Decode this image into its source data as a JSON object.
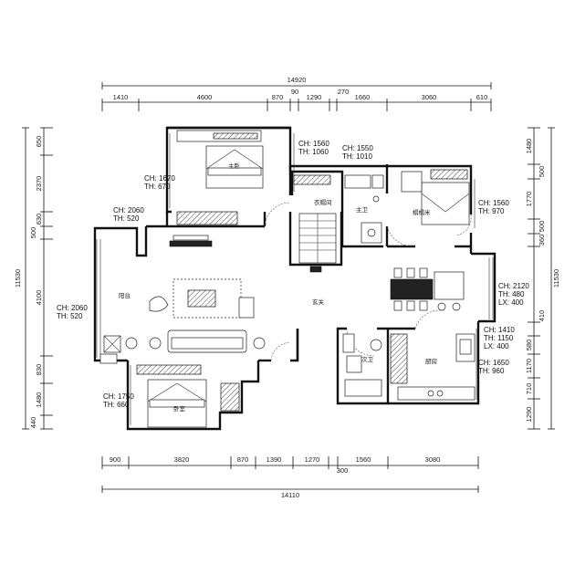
{
  "dimensions": {
    "top_total": "14920",
    "top_segments": [
      "1410",
      "4600",
      "870",
      "90",
      "1290",
      "270",
      "1660",
      "3060",
      "610"
    ],
    "bottom_total": "14110",
    "bottom_segments": [
      "900",
      "3820",
      "870",
      "1390",
      "1270",
      "300",
      "1560",
      "3080"
    ],
    "left_total": "11530",
    "left_segments": [
      "650",
      "2370",
      "630",
      "500",
      "4100",
      "830",
      "1480",
      "440"
    ],
    "right_total": "11530",
    "right_segments": [
      "1480",
      "500",
      "1770",
      "500",
      "360",
      "410",
      "580",
      "1170",
      "710",
      "1290"
    ]
  },
  "annotations": [
    {
      "l1": "CH: 1560",
      "l2": "TH: 1060"
    },
    {
      "l1": "CH: 1550",
      "l2": "TH: 1010"
    },
    {
      "l1": "CH: 1670",
      "l2": "TH: 670"
    },
    {
      "l1": "CH: 1560",
      "l2": "TH: 970"
    },
    {
      "l1": "CH: 2060",
      "l2": "TH: 520"
    },
    {
      "l1": "CH: 2120",
      "l2": "TH: 480",
      "l3": "LX: 400"
    },
    {
      "l1": "CH: 2060",
      "l2": "TH: 520"
    },
    {
      "l1": "CH: 1410",
      "l2": "TH: 1150",
      "l3": "LX: 400"
    },
    {
      "l1": "CH: 1650",
      "l2": "TH: 960"
    },
    {
      "l1": "CH: 1750",
      "l2": "TH: 660"
    }
  ],
  "rooms": {
    "master_bedroom": "主卧",
    "closet": "衣帽间",
    "master_bath": "主卫",
    "tatami": "榻榻米",
    "balcony": "阳台",
    "entrance": "玄关",
    "second_bath": "次卫",
    "kitchen": "厨房",
    "bedroom": "卧室"
  }
}
